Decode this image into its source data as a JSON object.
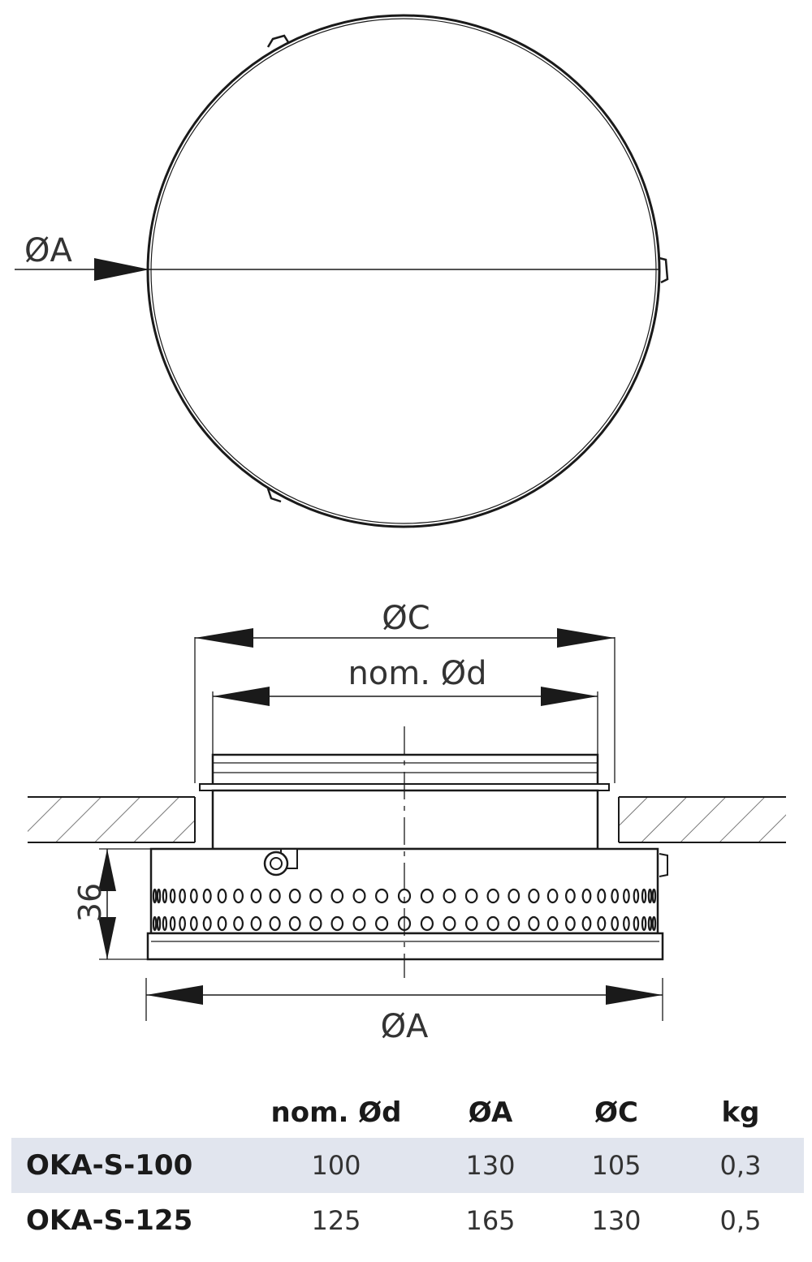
{
  "labels": {
    "top_diameter": "ØA",
    "dim_c": "ØC",
    "dim_d": "nom. Ød",
    "dim_height": "36",
    "dim_a": "ØA"
  },
  "table": {
    "headers": [
      "",
      "nom. Ød",
      "ØA",
      "ØC",
      "kg"
    ],
    "rows": [
      {
        "model": "OKA-S-100",
        "d": "100",
        "a": "130",
        "c": "105",
        "kg": "0,3"
      },
      {
        "model": "OKA-S-125",
        "d": "125",
        "a": "165",
        "c": "130",
        "kg": "0,5"
      }
    ]
  },
  "colors": {
    "line": "#1a1a1a",
    "text": "#333333",
    "row_shade": "#e1e5ee"
  }
}
